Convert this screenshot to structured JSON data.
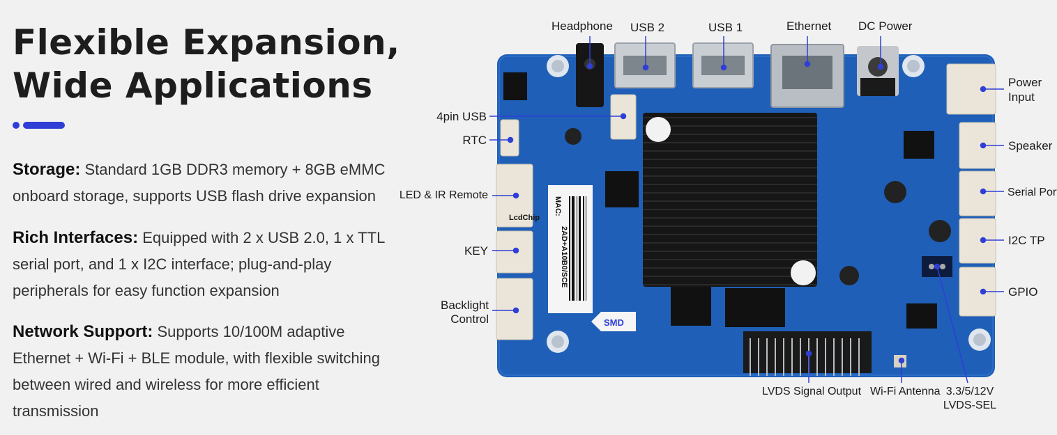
{
  "heading": {
    "line1": "Flexible Expansion,",
    "line2": "Wide Applications"
  },
  "accent_color": "#2f3fd6",
  "features": [
    {
      "name": "Storage:",
      "text": "Standard 1GB DDR3 memory + 8GB eMMC onboard storage, supports USB flash drive expansion"
    },
    {
      "name": "Rich Interfaces:",
      "text": "Equipped with 2 x USB 2.0, 1 x TTL serial port, and 1 x I2C interface; plug-and-play peripherals for easy function expansion"
    },
    {
      "name": "Network Support:",
      "text": "Supports 10/100M adaptive Ethernet + Wi-Fi + BLE module, with flexible switching between wired and wireless for more efficient transmission"
    }
  ],
  "board": {
    "pcb_color": "#1f5fb8",
    "board_text": {
      "mac_label": "MAC:",
      "mac_value": "2AD+A10B0/SCE",
      "watermark": "LcdChip",
      "smd": "SMD"
    },
    "labels": {
      "headphone": "Headphone",
      "usb2": "USB 2",
      "usb1": "USB 1",
      "ethernet": "Ethernet",
      "dc_power": "DC Power",
      "power_input_1": "Power",
      "power_input_2": "Input",
      "speaker": "Speaker",
      "serial_port": "Serial Port",
      "i2c_tp": "I2C TP",
      "gpio": "GPIO",
      "four_pin_usb": "4pin USB",
      "rtc": "RTC",
      "led_ir": "LED & IR Remote",
      "key": "KEY",
      "backlight_1": "Backlight",
      "backlight_2": "Control",
      "lvds_out": "LVDS Signal Output",
      "wifi_antenna": "Wi-Fi Antenna",
      "voltage_1": "3.3/5/12V",
      "voltage_2": "LVDS-SEL"
    }
  }
}
